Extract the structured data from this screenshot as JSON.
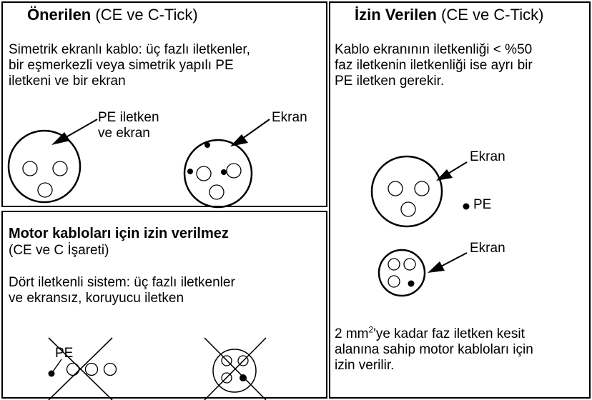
{
  "recommended": {
    "title_bold": "Önerilen",
    "title_rest": " (CE ve C-Tick)",
    "description": "Simetrik ekranlı kablo: üç fazlı iletkenler,\nbir eşmerkezli veya simetrik yapılı PE\niletkeni ve bir ekran",
    "label_pe_screen": "PE iletken\nve ekran",
    "label_screen": "Ekran"
  },
  "not_allowed": {
    "title_bold": "Motor kabloları için izin verilmez",
    "title_rest": "(CE ve C İşareti)",
    "description": "Dört iletkenli sistem: üç fazlı iletkenler\nve ekransız, koruyucu iletken",
    "label_pe": "PE"
  },
  "allowed": {
    "title_bold": "İzin Verilen",
    "title_rest": " (CE ve C-Tick)",
    "description": "Kablo ekranının iletkenliği < %50\nfaz iletkenin iletkenliği ise ayrı bir\nPE iletken gerekir.",
    "label_screen_1": "Ekran",
    "label_pe": "PE",
    "label_screen_2": "Ekran",
    "note_pre": "2 mm",
    "note_sup": "2",
    "note_post": "'ye kadar faz iletken kesit",
    "note_rest": "alanına sahip motor kabloları için\nizin verilir."
  }
}
